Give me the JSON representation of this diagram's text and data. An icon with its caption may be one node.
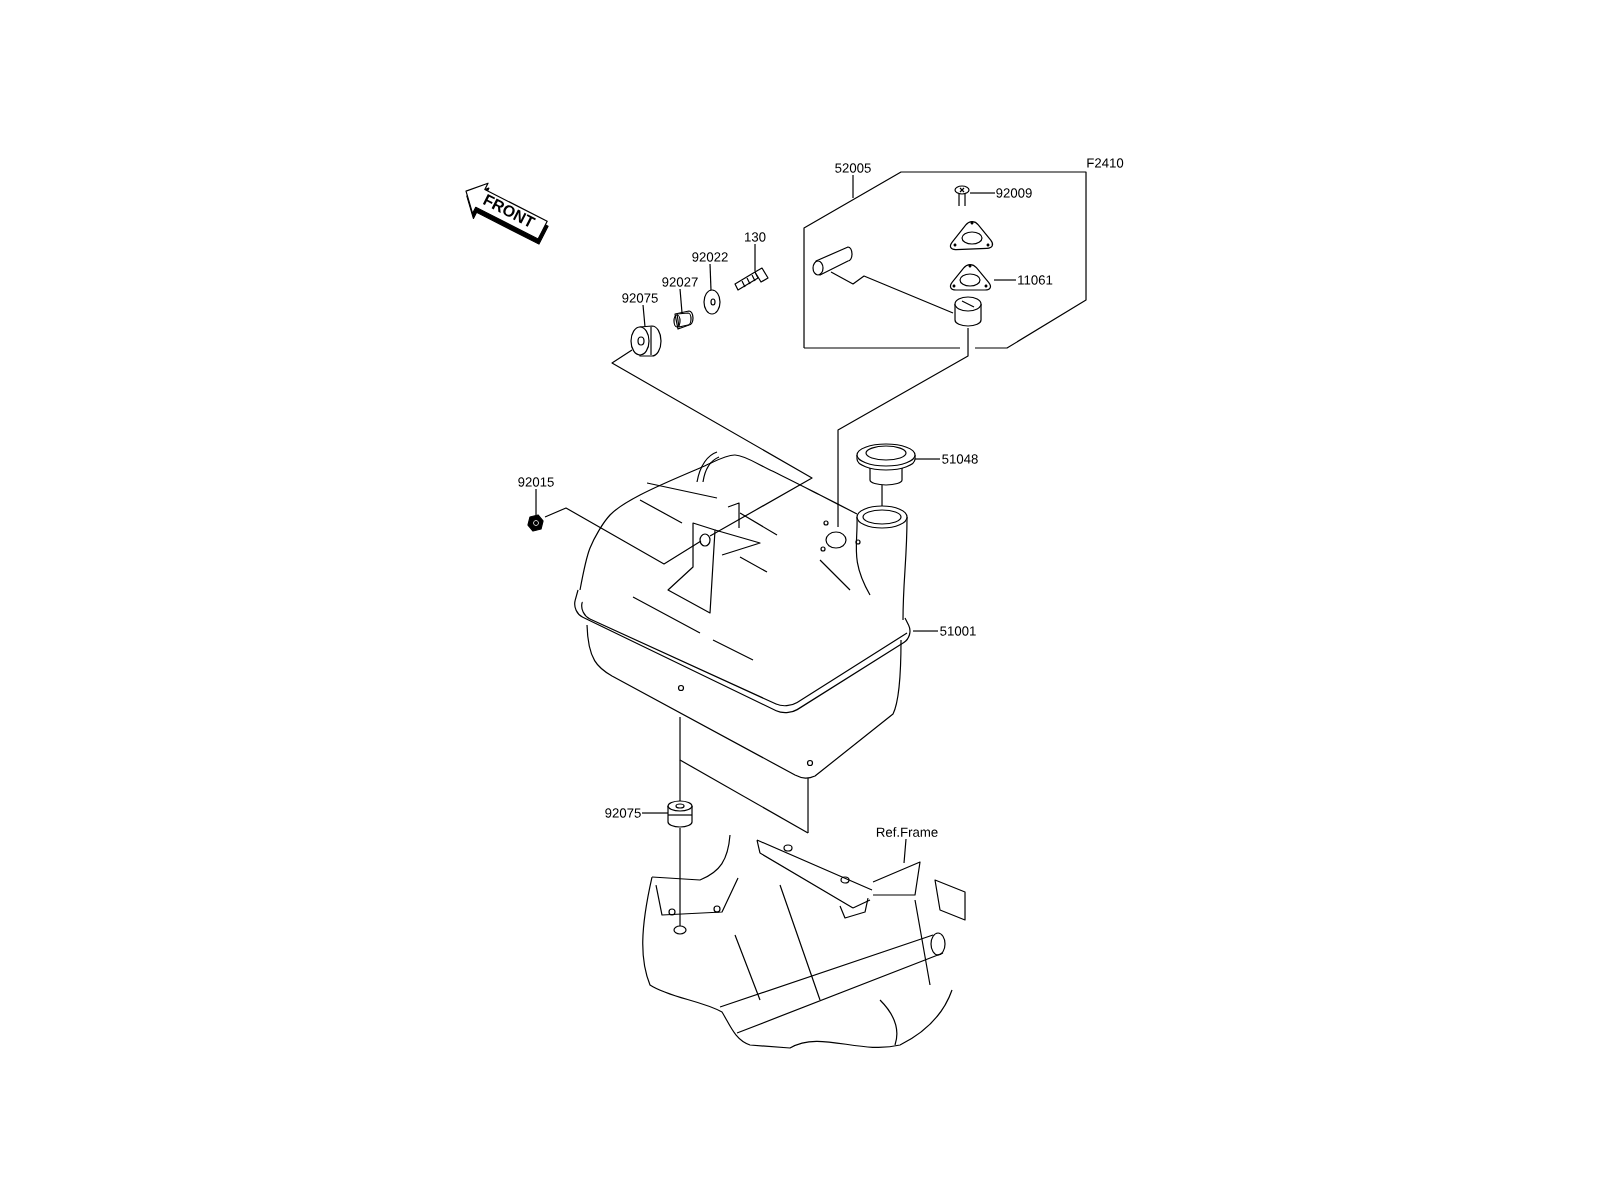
{
  "diagram": {
    "nodes": [
      {
        "text": [
          "52005"
        ]
      },
      {
        "text": [],
        "shape": "box"
      },
      {
        "text": [
          "92009"
        ],
        "in": 1
      },
      {
        "text": [],
        "shape": "picture",
        "in": 1
      },
      {
        "text": [
          "11061"
        ],
        "in": 1
      },
      {
        "text": [],
        "shape": "picture",
        "in": 1
      },
      {
        "text": [],
        "shape": "picture",
        "in": 1
      },
      {
        "text": [
          "130"
        ]
      },
      {
        "text": [],
        "shape": "picture"
      },
      {
        "text": [
          "92022"
        ]
      },
      {
        "text": [],
        "shape": "picture"
      },
      {
        "text": [
          "92027"
        ]
      },
      {
        "text": [],
        "shape": "cylinder"
      },
      {
        "text": [
          "92075"
        ]
      },
      {
        "text": [],
        "shape": "picture"
      },
      {
        "text": [
          "51048"
        ]
      },
      {
        "text": [],
        "shape": "picture"
      },
      {
        "text": [
          "92015"
        ]
      },
      {
        "text": [],
        "shape": "picture"
      },
      {
        "text": [
          "51001"
        ]
      },
      {
        "text": [],
        "shape": "picture"
      },
      {
        "text": [
          "92075"
        ]
      },
      {
        "text": [],
        "shape": "picture"
      },
      {
        "text": [
          "Ref.Frame"
        ]
      },
      {
        "text": [],
        "shape": "picture"
      }
    ],
    "edges": [
      {
        "from": 0,
        "to": 1,
        "arrow": "none"
      },
      {
        "from": 2,
        "to": 3,
        "arrow": "none"
      },
      {
        "from": 4,
        "to": 5,
        "arrow": "none"
      },
      {
        "from": 7,
        "to": 8,
        "arrow": "none"
      },
      {
        "from": 9,
        "to": 10,
        "arrow": "none"
      },
      {
        "from": 11,
        "to": 12,
        "arrow": "none"
      },
      {
        "from": 13,
        "to": 14,
        "arrow": "none"
      },
      {
        "from": 15,
        "to": 16,
        "arrow": "none"
      },
      {
        "from": 17,
        "to": 18,
        "arrow": "none"
      },
      {
        "from": 19,
        "to": 20,
        "arrow": "none"
      },
      {
        "from": 21,
        "to": 22,
        "arrow": "none"
      },
      {
        "from": 23,
        "to": 24,
        "arrow": "none"
      },
      {
        "from": 6,
        "to": 20,
        "arrow": "none"
      },
      {
        "from": 16,
        "to": 20,
        "arrow": "none"
      },
      {
        "from": 14,
        "to": 20,
        "arrow": "none"
      },
      {
        "from": 18,
        "to": 20,
        "arrow": "none"
      },
      {
        "from": 20,
        "to": 22,
        "arrow": "none"
      },
      {
        "from": 22,
        "to": 24,
        "arrow": "none"
      },
      {
        "from": 20,
        "to": 24,
        "arrow": "none"
      }
    ],
    "labels": [
      "F2410",
      "FRONT"
    ]
  }
}
